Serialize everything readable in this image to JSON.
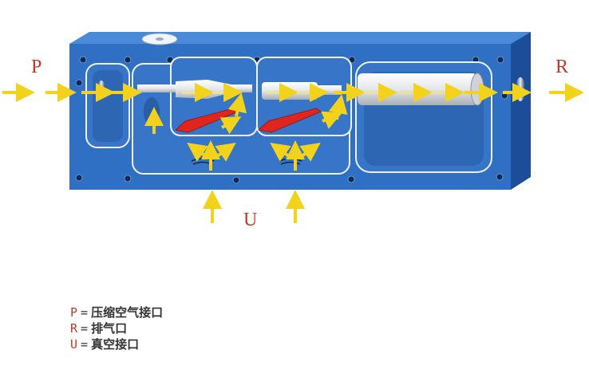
{
  "ports": {
    "p": "P",
    "r": "R",
    "u": "U"
  },
  "legend": [
    {
      "key": "P",
      "eq": "=",
      "text": "压缩空气接口"
    },
    {
      "key": "R",
      "eq": "=",
      "text": "排气口"
    },
    {
      "key": "U",
      "eq": "=",
      "text": "真空接口"
    }
  ],
  "colors": {
    "body_front": "#2f6fc4",
    "body_top": "#4486d8",
    "body_side": "#1a4f9c",
    "cavity": "#3a79cc",
    "outline": "#e9eef6",
    "arrow": "#f2d21a",
    "valve": "#e0251c",
    "nozzle": "#e8e8e8",
    "label": "#c0392b"
  }
}
